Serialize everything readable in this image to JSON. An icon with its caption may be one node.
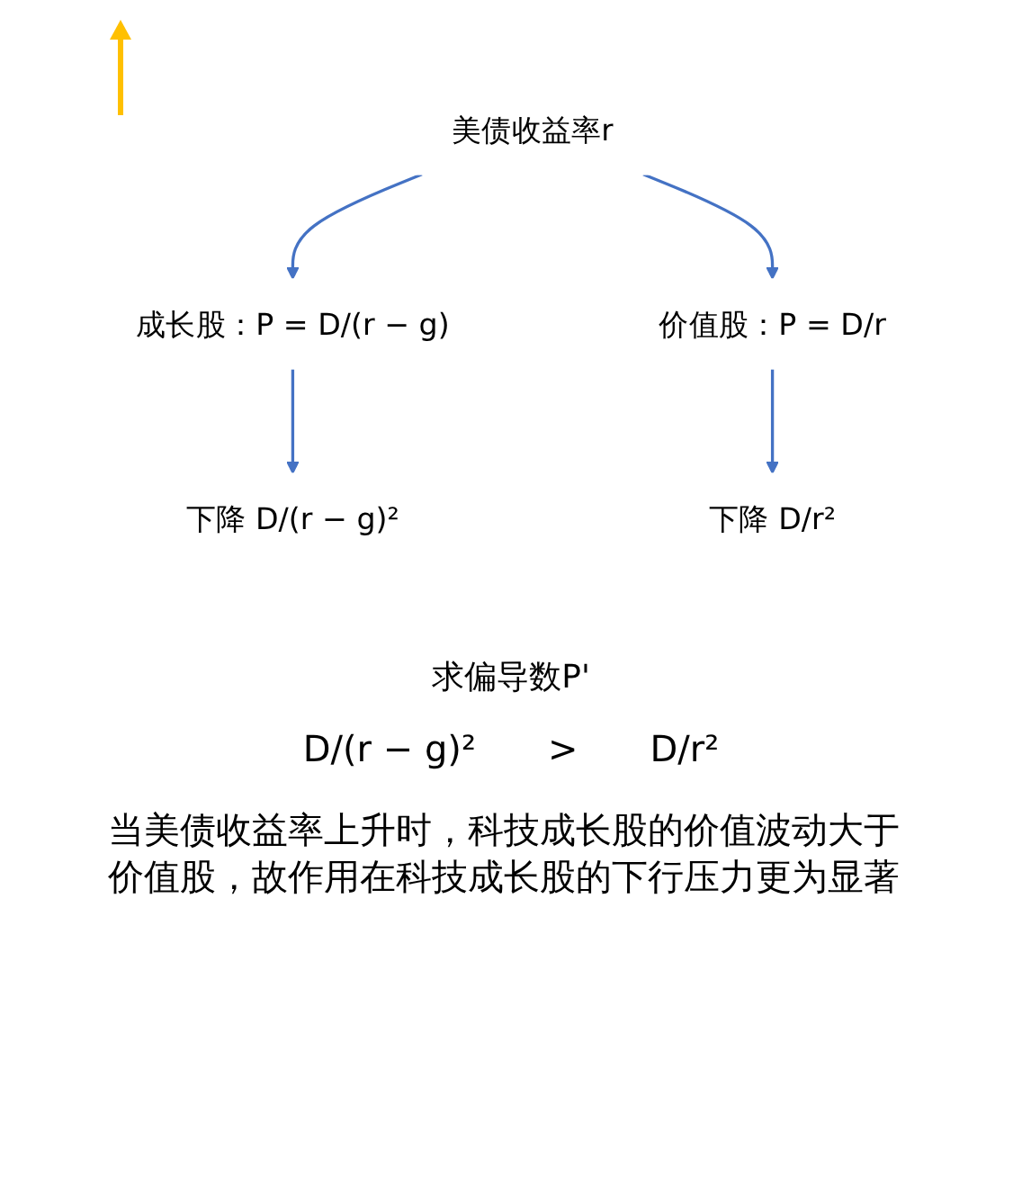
{
  "diagram": {
    "nodes": [
      {
        "text": [
          "美债收益率r"
        ]
      },
      {
        "text": [
          "成长股：P = D/(r − g)"
        ]
      },
      {
        "text": [
          "价值股：P = D/r"
        ]
      },
      {
        "text": [
          "下降 D/(r − g)²"
        ]
      },
      {
        "text": [
          "下降 D/r²"
        ]
      }
    ],
    "edges": [
      {
        "from": 0,
        "to": 1,
        "arrow": "to"
      },
      {
        "from": 0,
        "to": 2,
        "arrow": "to"
      },
      {
        "from": 1,
        "to": 3,
        "arrow": "to"
      },
      {
        "from": 2,
        "to": 4,
        "arrow": "to"
      }
    ],
    "labels": [
      "求偏导数P'",
      "D/(r − g)²",
      ">",
      "D/r²"
    ],
    "caption": "当美债收益率上升时，科技成长股的价值波动大于价值股，故作用在科技成长股的下行压力更为显著"
  }
}
